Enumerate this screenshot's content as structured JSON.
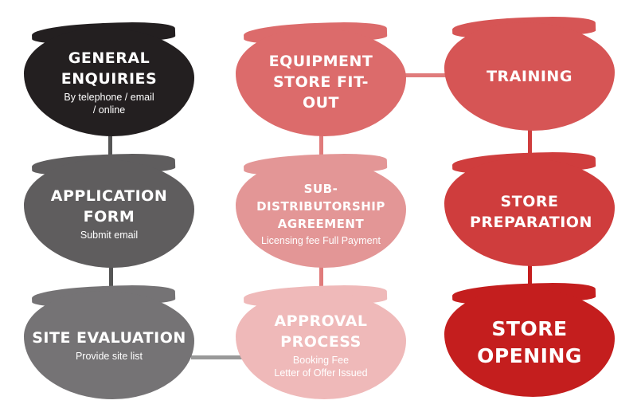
{
  "steps": [
    {
      "title": "General Enquiries",
      "sub": "By telephone / email",
      "sub2": "/ online",
      "color": "#231f20"
    },
    {
      "title": "Application Form",
      "sub": "Submit email",
      "color": "#5f5d5e"
    },
    {
      "title": "Site Evaluation",
      "sub": "Provide site list",
      "color": "#757375"
    },
    {
      "title": "Approval Process",
      "sub": "Booking Fee",
      "sub2": "Letter of Offer Issued",
      "color": "#efb9b9"
    },
    {
      "title": "Sub-Distributorship Agreement",
      "sub": "Licensing fee Full Payment",
      "color": "#e39696"
    },
    {
      "title": "Equipment Store Fit-Out",
      "color": "#dc6b6b"
    },
    {
      "title": "Training",
      "color": "#d65555"
    },
    {
      "title": "Store Preparation",
      "color": "#cf3d3d"
    },
    {
      "title": "Store Opening",
      "color": "#c41e1e"
    }
  ]
}
